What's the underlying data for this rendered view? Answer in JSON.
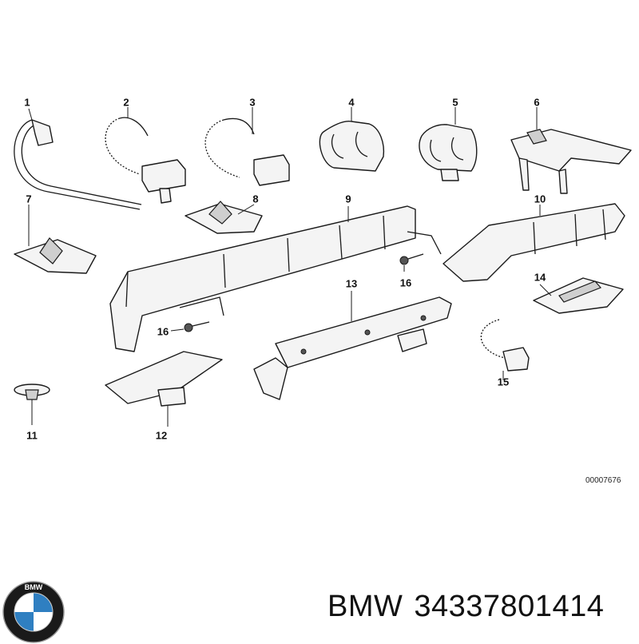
{
  "callouts": [
    {
      "id": "1",
      "label": "1"
    },
    {
      "id": "2",
      "label": "2"
    },
    {
      "id": "3",
      "label": "3"
    },
    {
      "id": "4",
      "label": "4"
    },
    {
      "id": "5",
      "label": "5"
    },
    {
      "id": "6",
      "label": "6"
    },
    {
      "id": "7",
      "label": "7"
    },
    {
      "id": "8",
      "label": "8"
    },
    {
      "id": "9",
      "label": "9"
    },
    {
      "id": "10",
      "label": "10"
    },
    {
      "id": "11",
      "label": "11"
    },
    {
      "id": "12",
      "label": "12"
    },
    {
      "id": "13",
      "label": "13"
    },
    {
      "id": "14",
      "label": "14"
    },
    {
      "id": "15",
      "label": "15"
    },
    {
      "id": "16a",
      "label": "16"
    },
    {
      "id": "16b",
      "label": "16"
    }
  ],
  "drawing_number": "00007676",
  "caption": {
    "brand": "BMW",
    "part_number": "34337801414"
  },
  "logo": {
    "text": "BMW",
    "colors": {
      "ring": "#1a1a1a",
      "blue": "#2f7fc1",
      "white": "#ffffff"
    }
  }
}
